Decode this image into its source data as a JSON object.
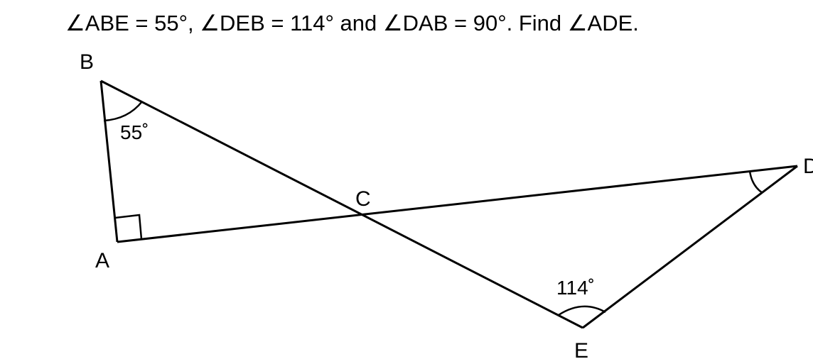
{
  "problem": {
    "text": "∠ABE = 55°,  ∠DEB = 114° and  ∠DAB = 90°.   Find  ∠ADE."
  },
  "diagram": {
    "points": {
      "A": "A",
      "B": "B",
      "C": "C",
      "D": "D",
      "E": "E"
    },
    "angle_labels": {
      "abe": "55˚",
      "deb": "114˚"
    },
    "colors": {
      "ink": "#000000",
      "background": "#ffffff"
    }
  }
}
